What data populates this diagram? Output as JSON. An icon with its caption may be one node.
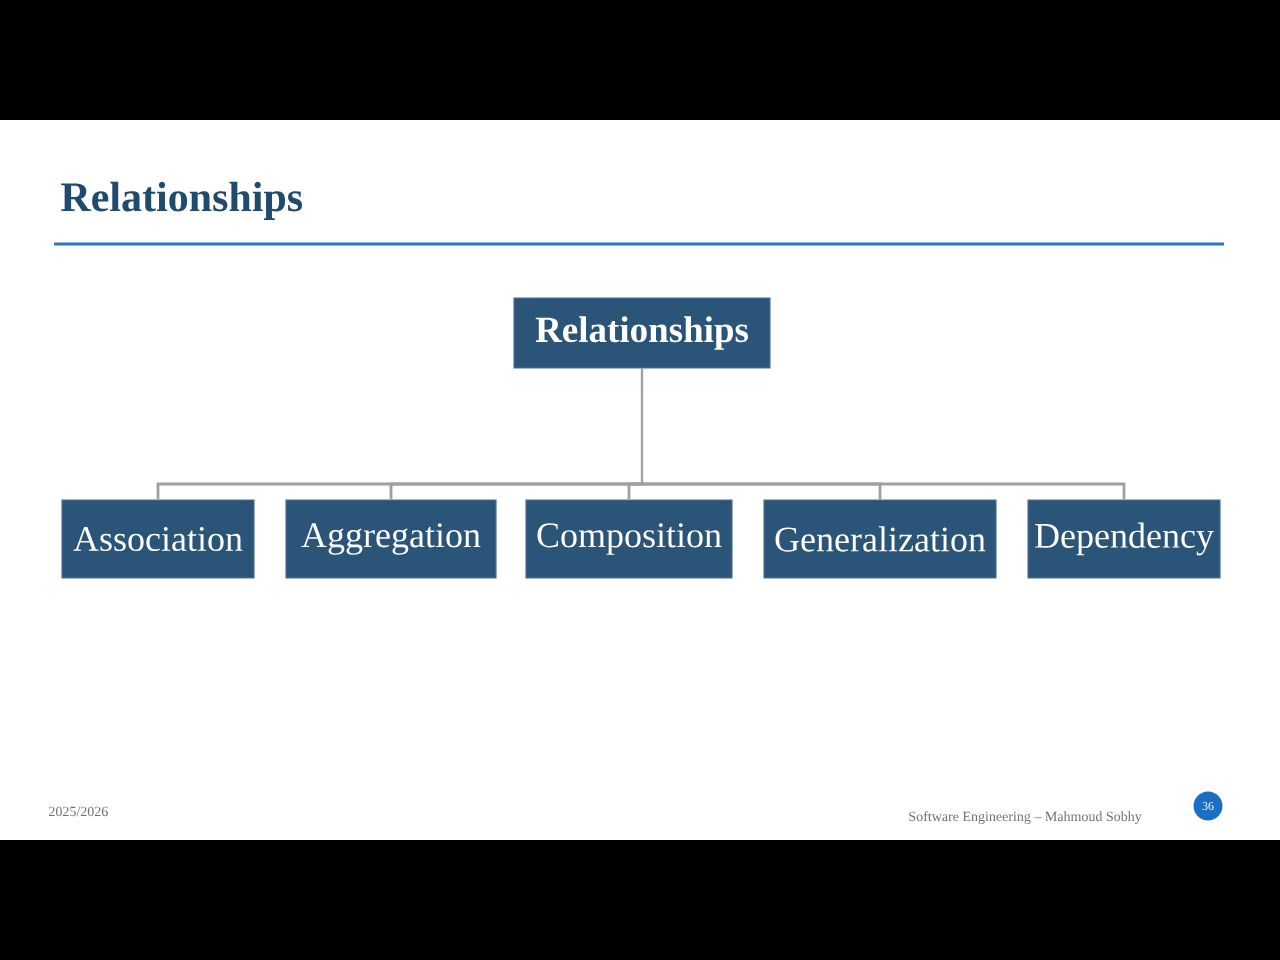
{
  "diagram": {
    "title": "Relationships",
    "nodes": [
      {
        "text": [
          "Relationships"
        ]
      },
      {
        "text": [
          "Association"
        ]
      },
      {
        "text": [
          "Aggregation"
        ]
      },
      {
        "text": [
          "Composition"
        ]
      },
      {
        "text": [
          "Generalization"
        ]
      },
      {
        "text": [
          "Dependency"
        ]
      }
    ],
    "edges": [
      {
        "from": 0,
        "to": 1,
        "arrow": "none"
      },
      {
        "from": 0,
        "to": 2,
        "arrow": "none"
      },
      {
        "from": 0,
        "to": 3,
        "arrow": "none"
      },
      {
        "from": 0,
        "to": 4,
        "arrow": "none"
      },
      {
        "from": 0,
        "to": 5,
        "arrow": "none"
      }
    ],
    "labels": [
      "2025/2026",
      "Software Engineering – Mahmoud Sobhy",
      "36"
    ]
  }
}
